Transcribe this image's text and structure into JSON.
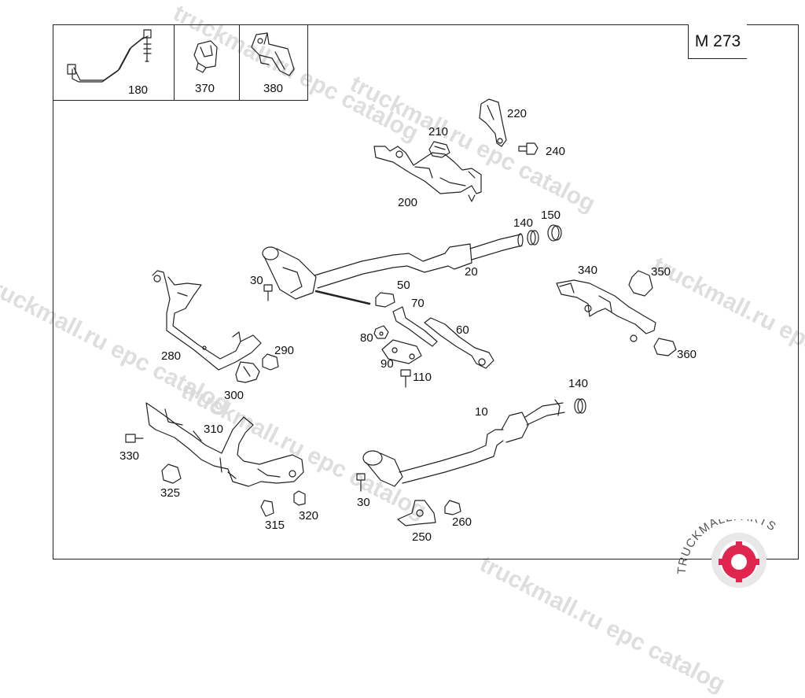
{
  "model_code": "M 273",
  "watermark_text": "truckmall.ru epc catalog",
  "logo": {
    "brand": "TRUCKMALLPARTS",
    "primary_color": "#e0264f",
    "ring_color": "#e8e8e8"
  },
  "insets": [
    {
      "part_no": "180",
      "icon": "oxygen-sensor-icon"
    },
    {
      "part_no": "370",
      "icon": "clip-icon"
    },
    {
      "part_no": "380",
      "icon": "bracket-clip-icon"
    }
  ],
  "parts": {
    "p10": "10",
    "p20": "20",
    "p30a": "30",
    "p30b": "30",
    "p50": "50",
    "p60": "60",
    "p70": "70",
    "p80": "80",
    "p90": "90",
    "p110": "110",
    "p140a": "140",
    "p140b": "140",
    "p150": "150",
    "p200": "200",
    "p210": "210",
    "p220": "220",
    "p240": "240",
    "p250": "250",
    "p260": "260",
    "p280": "280",
    "p290": "290",
    "p300": "300",
    "p310": "310",
    "p315": "315",
    "p320": "320",
    "p325": "325",
    "p330": "330",
    "p340": "340",
    "p350": "350",
    "p360": "360"
  }
}
